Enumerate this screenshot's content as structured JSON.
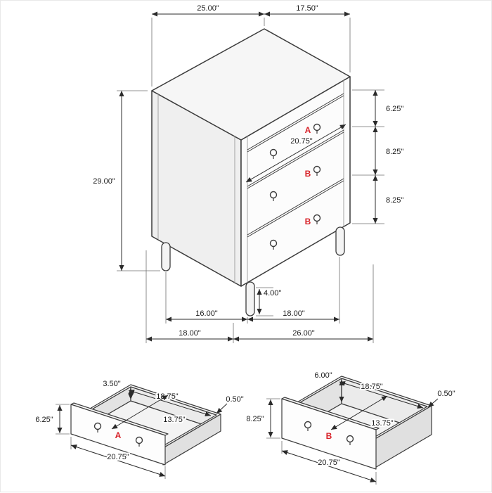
{
  "chest": {
    "dims": {
      "top_width": "25.00\"",
      "top_depth": "17.50\"",
      "overall_height": "29.00\"",
      "drawer_a_height": "6.25\"",
      "drawer_b1_height": "8.25\"",
      "drawer_b2_height": "8.25\"",
      "drawer_width": "20.75\"",
      "leg_height": "4.00\"",
      "leg_spacing_side": "16.00\"",
      "leg_spacing_front": "18.00\"",
      "footprint_depth": "18.00\"",
      "footprint_width": "26.00\""
    },
    "drawer_labels": {
      "top": "A",
      "middle": "B",
      "bottom": "B"
    }
  },
  "drawer_a_detail": {
    "label": "A",
    "side_height": "3.50\"",
    "inner_width": "18.75\"",
    "wall_thickness": "0.50\"",
    "inner_depth": "13.75\"",
    "front_height": "6.25\"",
    "front_width": "20.75\""
  },
  "drawer_b_detail": {
    "label": "B",
    "side_height": "6.00\"",
    "inner_width": "18.75\"",
    "wall_thickness": "0.50\"",
    "inner_depth": "13.75\"",
    "front_height": "8.25\"",
    "front_width": "20.75\""
  },
  "colors": {
    "drawer_label": "#d8232a",
    "dimension_text": "#1a1a1a",
    "outline": "#3c3c3c"
  }
}
